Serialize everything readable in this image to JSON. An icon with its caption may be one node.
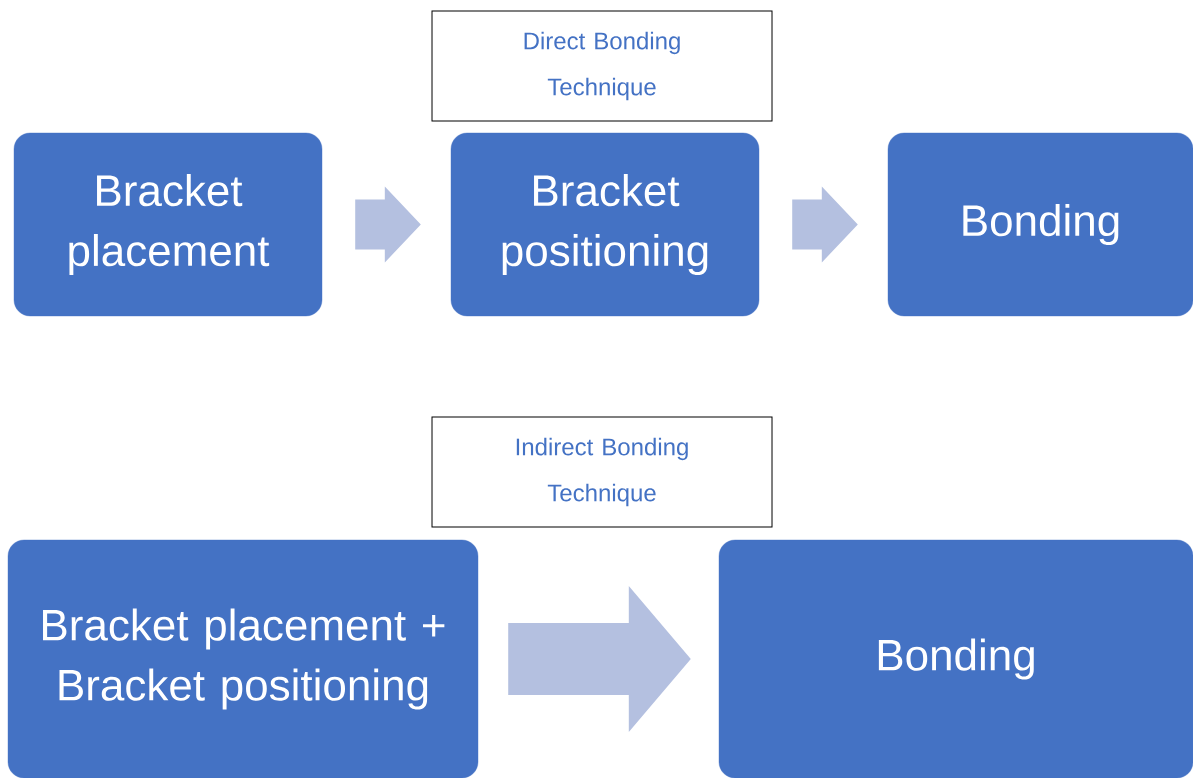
{
  "diagram": {
    "nodes": [
      {
        "text": [
          "Direct Bonding Technique"
        ]
      },
      {
        "text": [
          "Bracket placement"
        ]
      },
      {
        "text": [
          "Bracket positioning"
        ]
      },
      {
        "text": [
          "Bonding"
        ]
      },
      {
        "text": [
          "Indirect Bonding Technique"
        ]
      },
      {
        "text": [
          "Bracket placement + Bracket positioning"
        ]
      },
      {
        "text": [
          "Bonding"
        ]
      }
    ],
    "edges": [
      {
        "from": 1,
        "to": 2,
        "arrow": "to"
      },
      {
        "from": 2,
        "to": 3,
        "arrow": "to"
      },
      {
        "from": 5,
        "to": 6,
        "arrow": "to"
      }
    ]
  }
}
